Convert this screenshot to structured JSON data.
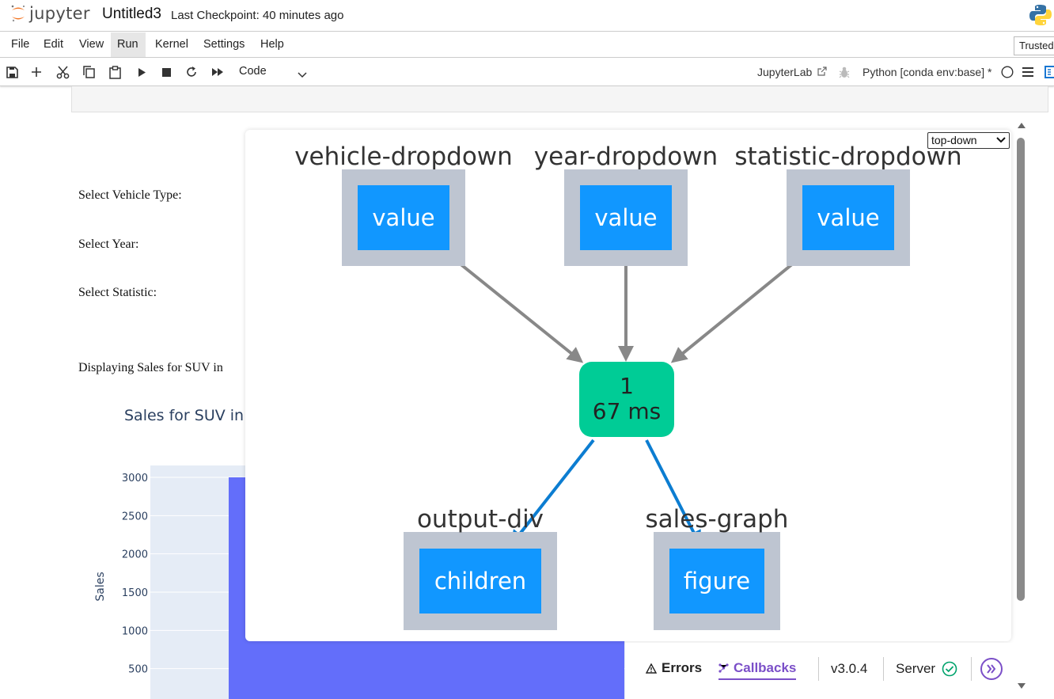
{
  "header": {
    "logo_text": "jupyter",
    "notebook_title": "Untitled3",
    "checkpoint": "Last Checkpoint: 40 minutes ago"
  },
  "menu": {
    "items": [
      "File",
      "Edit",
      "View",
      "Run",
      "Kernel",
      "Settings",
      "Help"
    ],
    "active": "Run",
    "trusted": "Trusted"
  },
  "toolbar": {
    "icons": [
      "save-icon",
      "add-icon",
      "cut-icon",
      "copy-icon",
      "paste-icon",
      "run-icon",
      "stop-icon",
      "restart-icon",
      "fast-forward-icon"
    ],
    "cell_type": "Code",
    "jupyterlab_link": "JupyterLab",
    "kernel": "Python [conda env:base] *"
  },
  "notebook": {
    "labels": {
      "vehicle": "Select Vehicle Type:",
      "year": "Select Year:",
      "statistic": "Select Statistic:",
      "displaying": "Displaying Sales for SUV in "
    },
    "chart_title": "Sales for SUV in"
  },
  "chart_data": {
    "type": "bar",
    "title": "Sales for SUV in",
    "xlabel": "",
    "ylabel": "Sales",
    "ylim": [
      0,
      3120
    ],
    "yticks": [
      500,
      1000,
      1500,
      2000,
      2500,
      3000
    ],
    "categories": [
      ""
    ],
    "values": [
      3000
    ],
    "bar_color": "#636efa",
    "plot_bg": "#e5ecf6"
  },
  "callback_graph": {
    "layout_option": "top-down",
    "inputs": [
      {
        "id": "vehicle-dropdown",
        "prop": "value"
      },
      {
        "id": "year-dropdown",
        "prop": "value"
      },
      {
        "id": "statistic-dropdown",
        "prop": "value"
      }
    ],
    "callback": {
      "count": "1",
      "time": "67 ms"
    },
    "outputs": [
      {
        "id": "output-div",
        "prop": "children"
      },
      {
        "id": "sales-graph",
        "prop": "figure"
      }
    ],
    "colors": {
      "node": "#1197ff",
      "frame": "#bec5d1",
      "callback": "#00cc96",
      "input_edge": "#888888",
      "output_edge": "#0c7dd1"
    }
  },
  "devtools": {
    "errors": "Errors",
    "callbacks": "Callbacks",
    "version": "v3.0.4",
    "server": "Server"
  }
}
